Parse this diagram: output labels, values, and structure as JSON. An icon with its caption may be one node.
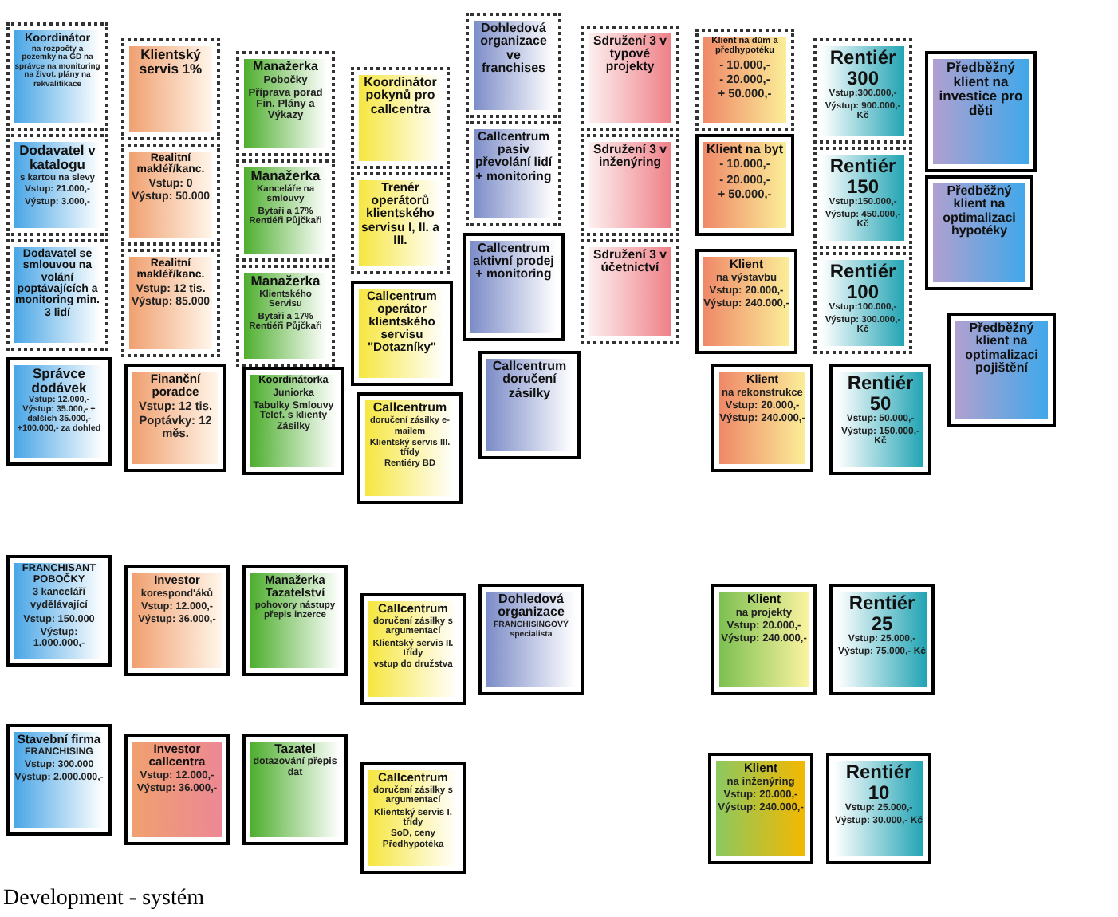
{
  "diagram": {
    "caption": "Development - systém",
    "nodes": [
      {
        "text": [
          "Koordinátor",
          "na rozpočty a pozemky na GD na správce na monitoring na život. plány na rekvalifikace"
        ]
      },
      {
        "text": [
          "Dodavatel v katalogu",
          "s kartou na slevy",
          "Vstup: 21.000,-",
          "Výstup: 3.000,-"
        ]
      },
      {
        "text": [
          "Dodavatel se smlouvou na volání poptávajících a monitoring min. 3 lidí"
        ]
      },
      {
        "text": [
          "Správce dodávek",
          "Vstup: 12.000,- Výstup: 35.000,- + dalších 35.000,- +100.000,- za dohled"
        ]
      },
      {
        "text": [
          "Klientský servis 1%"
        ]
      },
      {
        "text": [
          "Realitní makléř/kanc.",
          "Vstup: 0",
          "Výstup: 50.000"
        ]
      },
      {
        "text": [
          "Realitní makléř/kanc.",
          "Vstup: 12 tis.",
          "Výstup: 85.000"
        ]
      },
      {
        "text": [
          "Finanční poradce",
          "Vstup: 12 tis.",
          "Poptávky: 12 měs."
        ]
      },
      {
        "text": [
          "Manažerka",
          "Pobočky Příprava porad Fin. Plány a Výkazy"
        ]
      },
      {
        "text": [
          "Manažerka",
          "Kanceláře na smlouvy",
          "Bytaři a 17% Rentiéři Půjčkaři"
        ]
      },
      {
        "text": [
          "Manažerka",
          "Klientského Servisu",
          "Bytaři a 17% Rentiéři Půjčkaři"
        ]
      },
      {
        "text": [
          "Koordinátorka",
          "Juniorka",
          "Tabulky Smlouvy Telef. s klienty Zásilky"
        ]
      },
      {
        "text": [
          "Koordinátor pokynů pro callcentra"
        ]
      },
      {
        "text": [
          "Trenér operátorů klientského servisu I, II. a III."
        ]
      },
      {
        "text": [
          "Callcentrum operátor klientského servisu \"Dotazníky\""
        ]
      },
      {
        "text": [
          "Callcentrum",
          "doručení zásilky e-mailem",
          "Klientský servis III. třídy",
          "Rentiéry BD"
        ]
      },
      {
        "text": [
          "Dohledová organizace ve franchises"
        ]
      },
      {
        "text": [
          "Callcentrum pasiv převolání lidí + monitoring"
        ]
      },
      {
        "text": [
          "Callcentrum aktivní prodej + monitoring"
        ]
      },
      {
        "text": [
          "Callcentrum doručení zásilky"
        ]
      },
      {
        "text": [
          "Sdružení 3 v typové projekty"
        ]
      },
      {
        "text": [
          "Sdružení 3 v inženýring"
        ]
      },
      {
        "text": [
          "Sdružení 3 v účetnictví"
        ]
      },
      {
        "text": [
          "Klient na dům a předhypotéku",
          "- 10.000,-",
          "- 20.000,-",
          "+ 50.000,-"
        ]
      },
      {
        "text": [
          "Klient na byt",
          "- 10.000,-",
          "- 20.000,-",
          "+ 50.000,-"
        ]
      },
      {
        "text": [
          "Klient",
          "na výstavbu",
          "Vstup: 20.000,-",
          "Výstup: 240.000,-"
        ]
      },
      {
        "text": [
          "Klient",
          "na rekonstrukce",
          "Vstup: 20.000,-",
          "Výstup: 240.000,-"
        ]
      },
      {
        "text": [
          "Rentiér 300",
          "Vstup:300.000,-",
          "Výstup: 900.000,- Kč"
        ]
      },
      {
        "text": [
          "Rentiér 150",
          "Vstup:150.000,-",
          "Výstup: 450.000,- Kč"
        ]
      },
      {
        "text": [
          "Rentiér 100",
          "Vstup:100.000,-",
          "Výstup: 300.000,- Kč"
        ]
      },
      {
        "text": [
          "Rentiér 50",
          "Vstup: 50.000,-",
          "Výstup: 150.000,- Kč"
        ]
      },
      {
        "text": [
          "Předběžný klient na investice pro děti"
        ]
      },
      {
        "text": [
          "Předběžný klient na optimalizaci hypotéky"
        ]
      },
      {
        "text": [
          "Předběžný klient na optimalizaci pojištění"
        ]
      },
      {
        "text": [
          "FRANCHISANT POBOČKY",
          "3 kanceláří",
          "vydělávající",
          "Vstup: 150.000",
          "Výstup: 1.000.000,-"
        ]
      },
      {
        "text": [
          "Investor",
          "korespond'áků",
          "Vstup: 12.000,-",
          "Výstup: 36.000,-"
        ]
      },
      {
        "text": [
          "Manažerka Tazatelství",
          "pohovory nástupy přepis inzerce"
        ]
      },
      {
        "text": [
          "Callcentrum",
          "doručení zásilky s argumentací",
          "Klientský servis II. třídy",
          "vstup do družstva"
        ]
      },
      {
        "text": [
          "Dohledová organizace",
          "FRANCHISINGOVÝ specialista"
        ]
      },
      {
        "text": [
          "Klient",
          "na projekty",
          "Vstup: 20.000,-",
          "Výstup: 240.000,-"
        ]
      },
      {
        "text": [
          "Rentiér 25",
          "Vstup: 25.000,-",
          "Výstup: 75.000,- Kč"
        ]
      },
      {
        "text": [
          "Stavební firma",
          "FRANCHISING",
          "Vstup: 300.000",
          "Výstup: 2.000.000,-"
        ]
      },
      {
        "text": [
          "Investor callcentra",
          "Vstup: 12.000,-",
          "Výstup: 36.000,-"
        ]
      },
      {
        "text": [
          "Tazatel",
          "dotazování přepis dat"
        ]
      },
      {
        "text": [
          "Callcentrum",
          "doručení zásilky s argumentací",
          "Klientský servis I. třídy",
          "SoD, ceny Předhypotéka"
        ]
      },
      {
        "text": [
          "Klient",
          "na inženýring",
          "Vstup: 20.000,-",
          "Výstup: 240.000,-"
        ]
      },
      {
        "text": [
          "Rentiér 10",
          "Vstup: 25.000,-",
          "Výstup: 30.000,- Kč"
        ]
      }
    ]
  }
}
